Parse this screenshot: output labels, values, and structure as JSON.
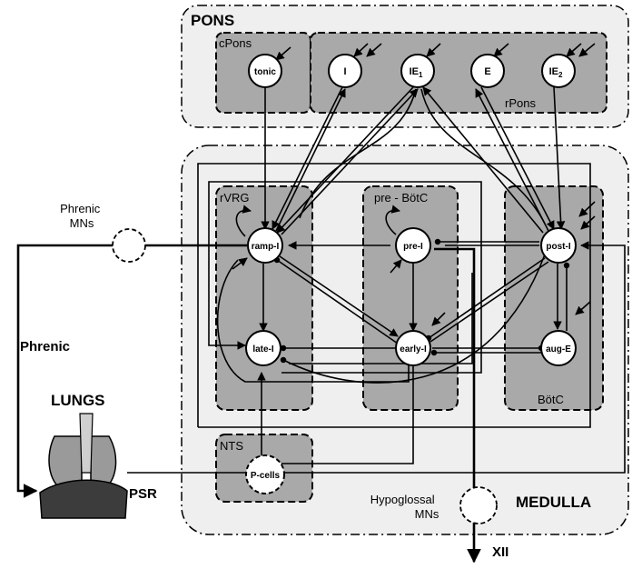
{
  "regions": {
    "pons": "PONS",
    "cpons": "cPons",
    "rpons": "rPons",
    "rvrg": "rVRG",
    "prebotc": "pre - BötC",
    "botc": "BötC",
    "nts": "NTS",
    "medulla": "MEDULLA"
  },
  "neurons": {
    "tonic": "tonic",
    "i": "I",
    "ie1": "IE",
    "ie1_sub": "1",
    "e": "E",
    "ie2": "IE",
    "ie2_sub": "2",
    "ramp_i": "ramp-I",
    "pre_i": "pre-I",
    "post_i": "post-I",
    "late_i": "late-I",
    "early_i": "early-I",
    "aug_e": "aug-E",
    "p_cells": "P-cells"
  },
  "external": {
    "phrenic_mns": [
      "Phrenic",
      "MNs"
    ],
    "phrenic": "Phrenic",
    "lungs": "LUNGS",
    "psr": "PSR",
    "hypoglossal_mns": [
      "Hypoglossal",
      "MNs"
    ],
    "xii": "XII"
  },
  "colors": {
    "pons_fill": "#efefef",
    "medulla_fill": "#efefef",
    "subregion_fill": "#a9a9a9",
    "lung_fill": "#9a9a9a",
    "diaphragm_fill": "#3c3c3c"
  }
}
